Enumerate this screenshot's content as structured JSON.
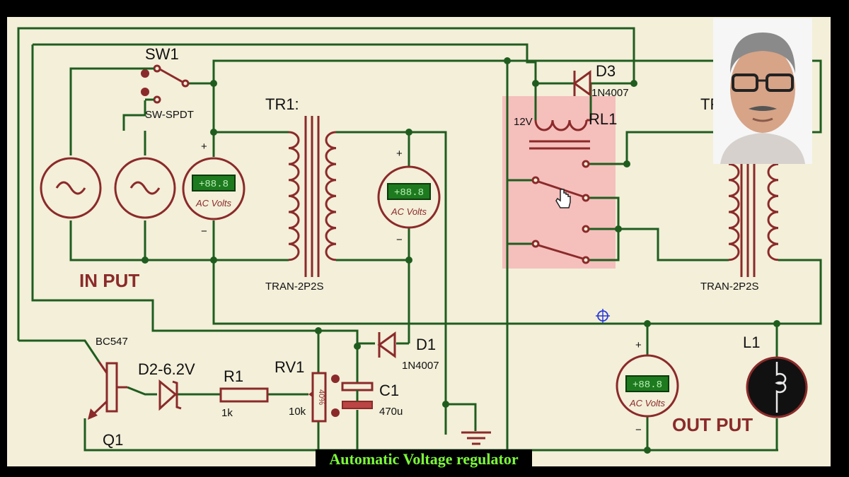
{
  "caption": "Automatic Voltage regulator",
  "labels": {
    "sw1": "SW1",
    "sw_type": "SW-SPDT",
    "tr1": "TR1:",
    "tr1_type": "TRAN-2P2S",
    "tr2": "TR2",
    "tr2_type": "TRAN-2P2S",
    "rl1": "RL1",
    "rl1_volt": "12V",
    "d3": "D3",
    "d3_type": "1N4007",
    "d1": "D1",
    "d1_type": "1N4007",
    "q1": "Q1",
    "q1_type": "BC547",
    "d2": "D2-6.2V",
    "r1": "R1",
    "r1_val": "1k",
    "rv1": "RV1",
    "rv1_val": "10k",
    "rv1_pct": "40%",
    "c1": "C1",
    "c1_val": "470u",
    "l1": "L1",
    "input": "IN PUT",
    "output": "OUT PUT"
  },
  "meter": {
    "display": "+88.8",
    "caption": "AC Volts",
    "plus": "+",
    "minus": "−"
  },
  "colors": {
    "wire": "#1f5d1f",
    "component": "#8b2a2a",
    "background": "#f3efd9",
    "relay_highlight": "#f4b6b6",
    "caption_text": "#7cfc3a"
  }
}
